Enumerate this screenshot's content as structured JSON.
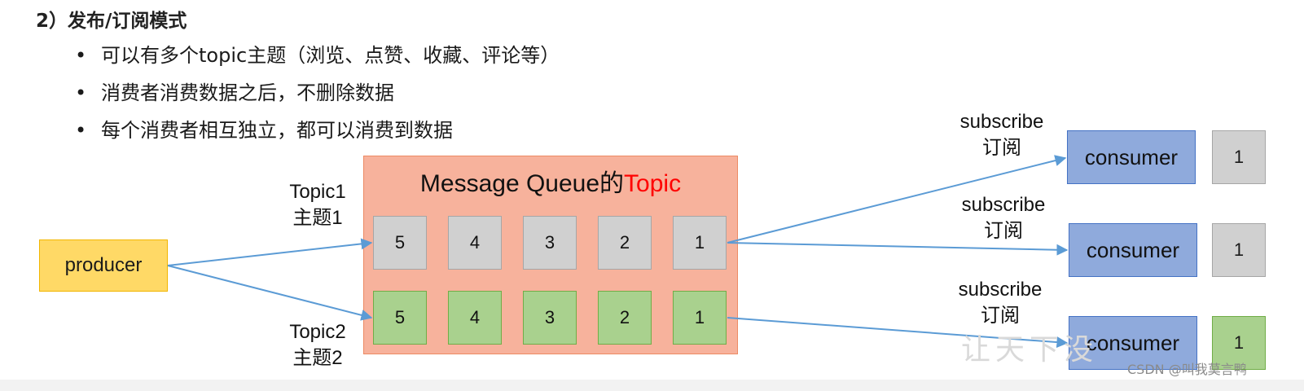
{
  "heading": "2）发布/订阅模式",
  "bullets": [
    "可以有多个topic主题（浏览、点赞、收藏、评论等）",
    "消费者消费数据之后，不删除数据",
    "每个消费者相互独立，都可以消费到数据"
  ],
  "queue": {
    "title_main": "Message Queue的",
    "title_highlight": "Topic"
  },
  "producer_label": "producer",
  "topic1": {
    "line1": "Topic1",
    "line2": "主题1",
    "messages": [
      "5",
      "4",
      "3",
      "2",
      "1"
    ]
  },
  "topic2": {
    "line1": "Topic2",
    "line2": "主题2",
    "messages": [
      "5",
      "4",
      "3",
      "2",
      "1"
    ]
  },
  "consumers": [
    {
      "sub_en": "subscribe",
      "sub_cn": "订阅",
      "label": "consumer",
      "received": "1"
    },
    {
      "sub_en": "subscribe",
      "sub_cn": "订阅",
      "label": "consumer",
      "received": "1"
    },
    {
      "sub_en": "subscribe",
      "sub_cn": "订阅",
      "label": "consumer",
      "received": "1"
    }
  ],
  "colors": {
    "queue_fill": "#f7b29c",
    "topic1_cell": "#d0d0d0",
    "topic2_cell": "#a9d18e",
    "producer_fill": "#ffd966",
    "consumer_fill": "#8faadc",
    "arrow": "#5b9bd5",
    "highlight": "#ff0000"
  },
  "watermark_csdn": "CSDN @叫我莫言鸭",
  "watermark_faint": "让天下没"
}
